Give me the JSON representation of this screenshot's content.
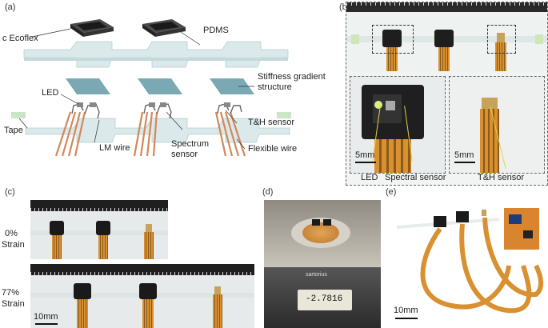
{
  "panels": {
    "a": {
      "label": "(a)",
      "layers": {
        "top": "c Ecoflex",
        "pdms": "PDMS",
        "stiffness": "Stiffness gradient\nstructure"
      },
      "callouts": {
        "led": "LED",
        "tape": "Tape",
        "lm_wire": "LM wire",
        "spectrum": "Spectrum\nsensor",
        "th": "T&H sensor",
        "flex": "Flexible wire"
      }
    },
    "b": {
      "label": "(b)",
      "scale": "5mm",
      "scale2": "5mm",
      "captions": {
        "led": "LED",
        "spectral": "Spectral sensor",
        "th": "T&H sensor"
      }
    },
    "c": {
      "label": "(c)",
      "strain0_pct": "0%",
      "strain0_word": "Strain",
      "strain77_pct": "77%",
      "strain77_word": "Strain",
      "scale": "10mm"
    },
    "d": {
      "label": "(d)",
      "brand": "sartorius",
      "reading": "-2.7816"
    },
    "e": {
      "label": "(e)",
      "scale": "10mm"
    }
  },
  "colors": {
    "pdms": "#d9e8ea",
    "stiffness": "#7aa9b3",
    "copper": "#d2885a",
    "ecoflex_dark": "#2c2c2c",
    "tape": "#c9e6c6",
    "flex_cable": "#d99030",
    "ruler": "#222222"
  }
}
